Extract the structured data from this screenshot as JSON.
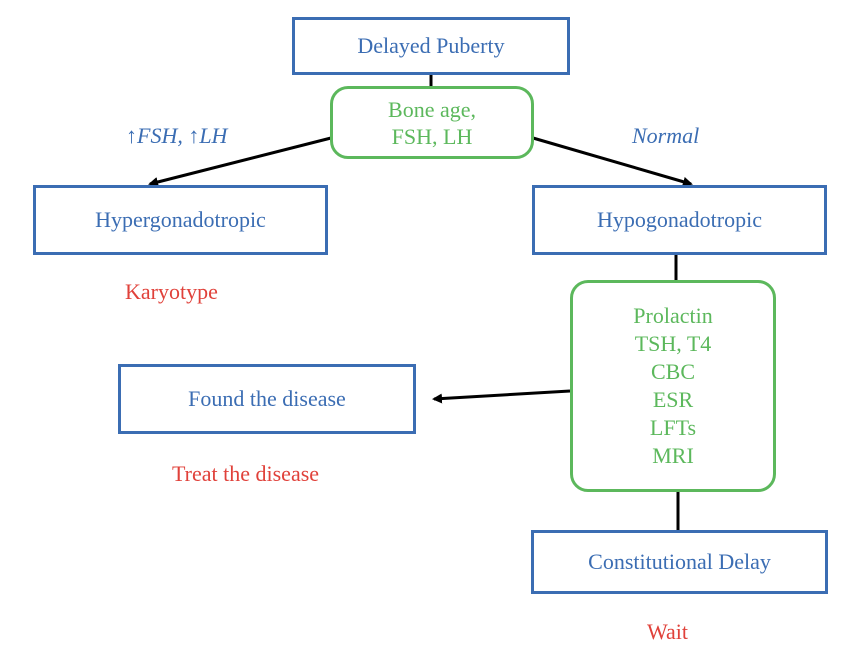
{
  "colors": {
    "box_border": "#3b6db3",
    "test_border": "#5cb85c",
    "action_text": "#e0413a",
    "arrow": "#000000"
  },
  "nodes": {
    "delayed_puberty": "Delayed Puberty",
    "initial_tests": [
      "Bone age,",
      "FSH, LH"
    ],
    "hypergonadotropic": "Hypergonadotropic",
    "hypogonadotropic": "Hypogonadotropic",
    "workup_tests": [
      "Prolactin",
      "TSH, T4",
      "CBC",
      "ESR",
      "LFTs",
      "MRI"
    ],
    "found_disease": "Found the disease",
    "constitutional_delay": "Constitutional Delay"
  },
  "edge_labels": {
    "high_fsh_lh": "↑FSH, ↑LH",
    "normal": "Normal"
  },
  "actions": {
    "karyotype": "Karyotype",
    "treat_disease": "Treat the disease",
    "wait": "Wait"
  }
}
